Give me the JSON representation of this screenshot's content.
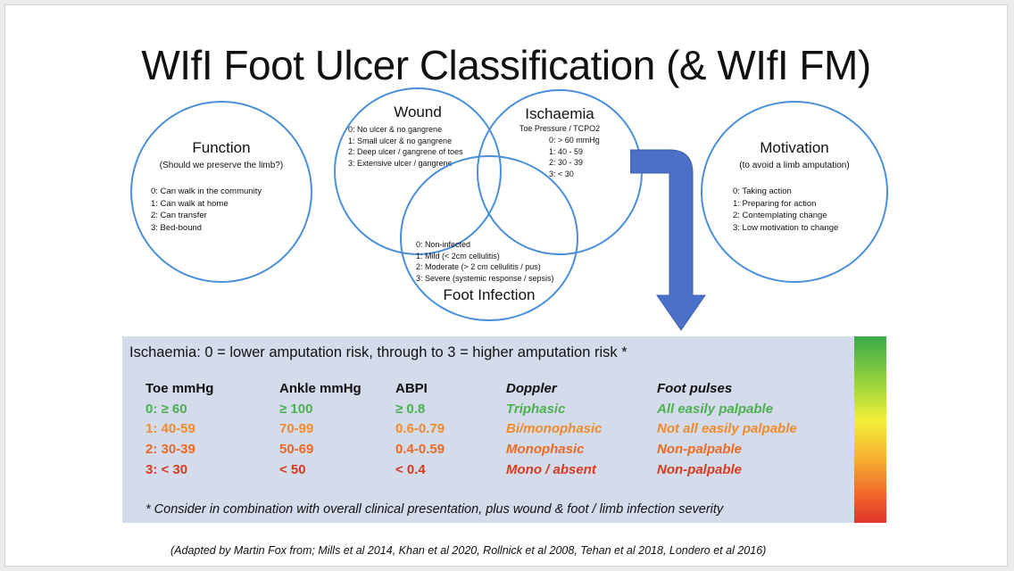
{
  "title": "WIfI Foot Ulcer Classification (& WIfI FM)",
  "function": {
    "title": "Function",
    "subtitle": "(Should we preserve the limb?)",
    "items": [
      "0: Can walk in the community",
      "1: Can walk at home",
      "2: Can transfer",
      "3: Bed-bound"
    ]
  },
  "wound": {
    "title": "Wound",
    "items": [
      "0: No ulcer & no gangrene",
      "1: Small ulcer & no gangrene",
      "2: Deep ulcer / gangrene of toes",
      "3: Extensive ulcer / gangrene"
    ]
  },
  "ischaemia": {
    "title": "Ischaemia",
    "subtitle": "Toe Pressure / TCPO2",
    "items": [
      "0: > 60 mmHg",
      "1: 40 - 59",
      "2: 30 - 39",
      "3: < 30"
    ]
  },
  "infection": {
    "title": "Foot Infection",
    "items": [
      "0: Non-infected",
      "1: Mild (< 2cm cellulitis)",
      "2: Moderate (> 2 cm cellulitis / pus)",
      "3: Severe (systemic response / sepsis)"
    ]
  },
  "motivation": {
    "title": "Motivation",
    "subtitle": "(to avoid a limb amputation)",
    "items": [
      "0: Taking action",
      "1: Preparing for action",
      "2: Contemplating change",
      "3: Low motivation to change"
    ]
  },
  "panel": {
    "title": "Ischaemia: 0 = lower amputation risk, through to 3 = higher amputation risk *",
    "headers": [
      "Toe mmHg",
      "Ankle mmHg",
      "ABPI",
      "Doppler",
      "Foot pulses"
    ],
    "rows": [
      [
        "0:  ≥ 60",
        "≥ 100",
        "≥ 0.8",
        "Triphasic",
        "All easily palpable"
      ],
      [
        "1:  40-59",
        "70-99",
        "0.6-0.79",
        "Bi/monophasic",
        "Not all easily palpable"
      ],
      [
        "2:  30-39",
        "50-69",
        "0.4-0.59",
        "Monophasic",
        "Non-palpable"
      ],
      [
        "3:  < 30",
        "< 50",
        "< 0.4",
        "Mono / absent",
        "Non-palpable"
      ]
    ],
    "row_colors": [
      "#4caf50",
      "#ef8b2c",
      "#ea6a25",
      "#d93a20"
    ],
    "note": "* Consider in combination with overall clinical presentation, plus wound & foot / limb infection severity"
  },
  "footer": "(Adapted by Martin Fox from; Mills et al 2014, Khan et al 2020, Rollnick et al 2008, Tehan et al 2018, Londero et al 2016)",
  "colors": {
    "circle": "#4a8fdc",
    "arrow": "#4a70c8",
    "panel": "#d4dcec"
  }
}
